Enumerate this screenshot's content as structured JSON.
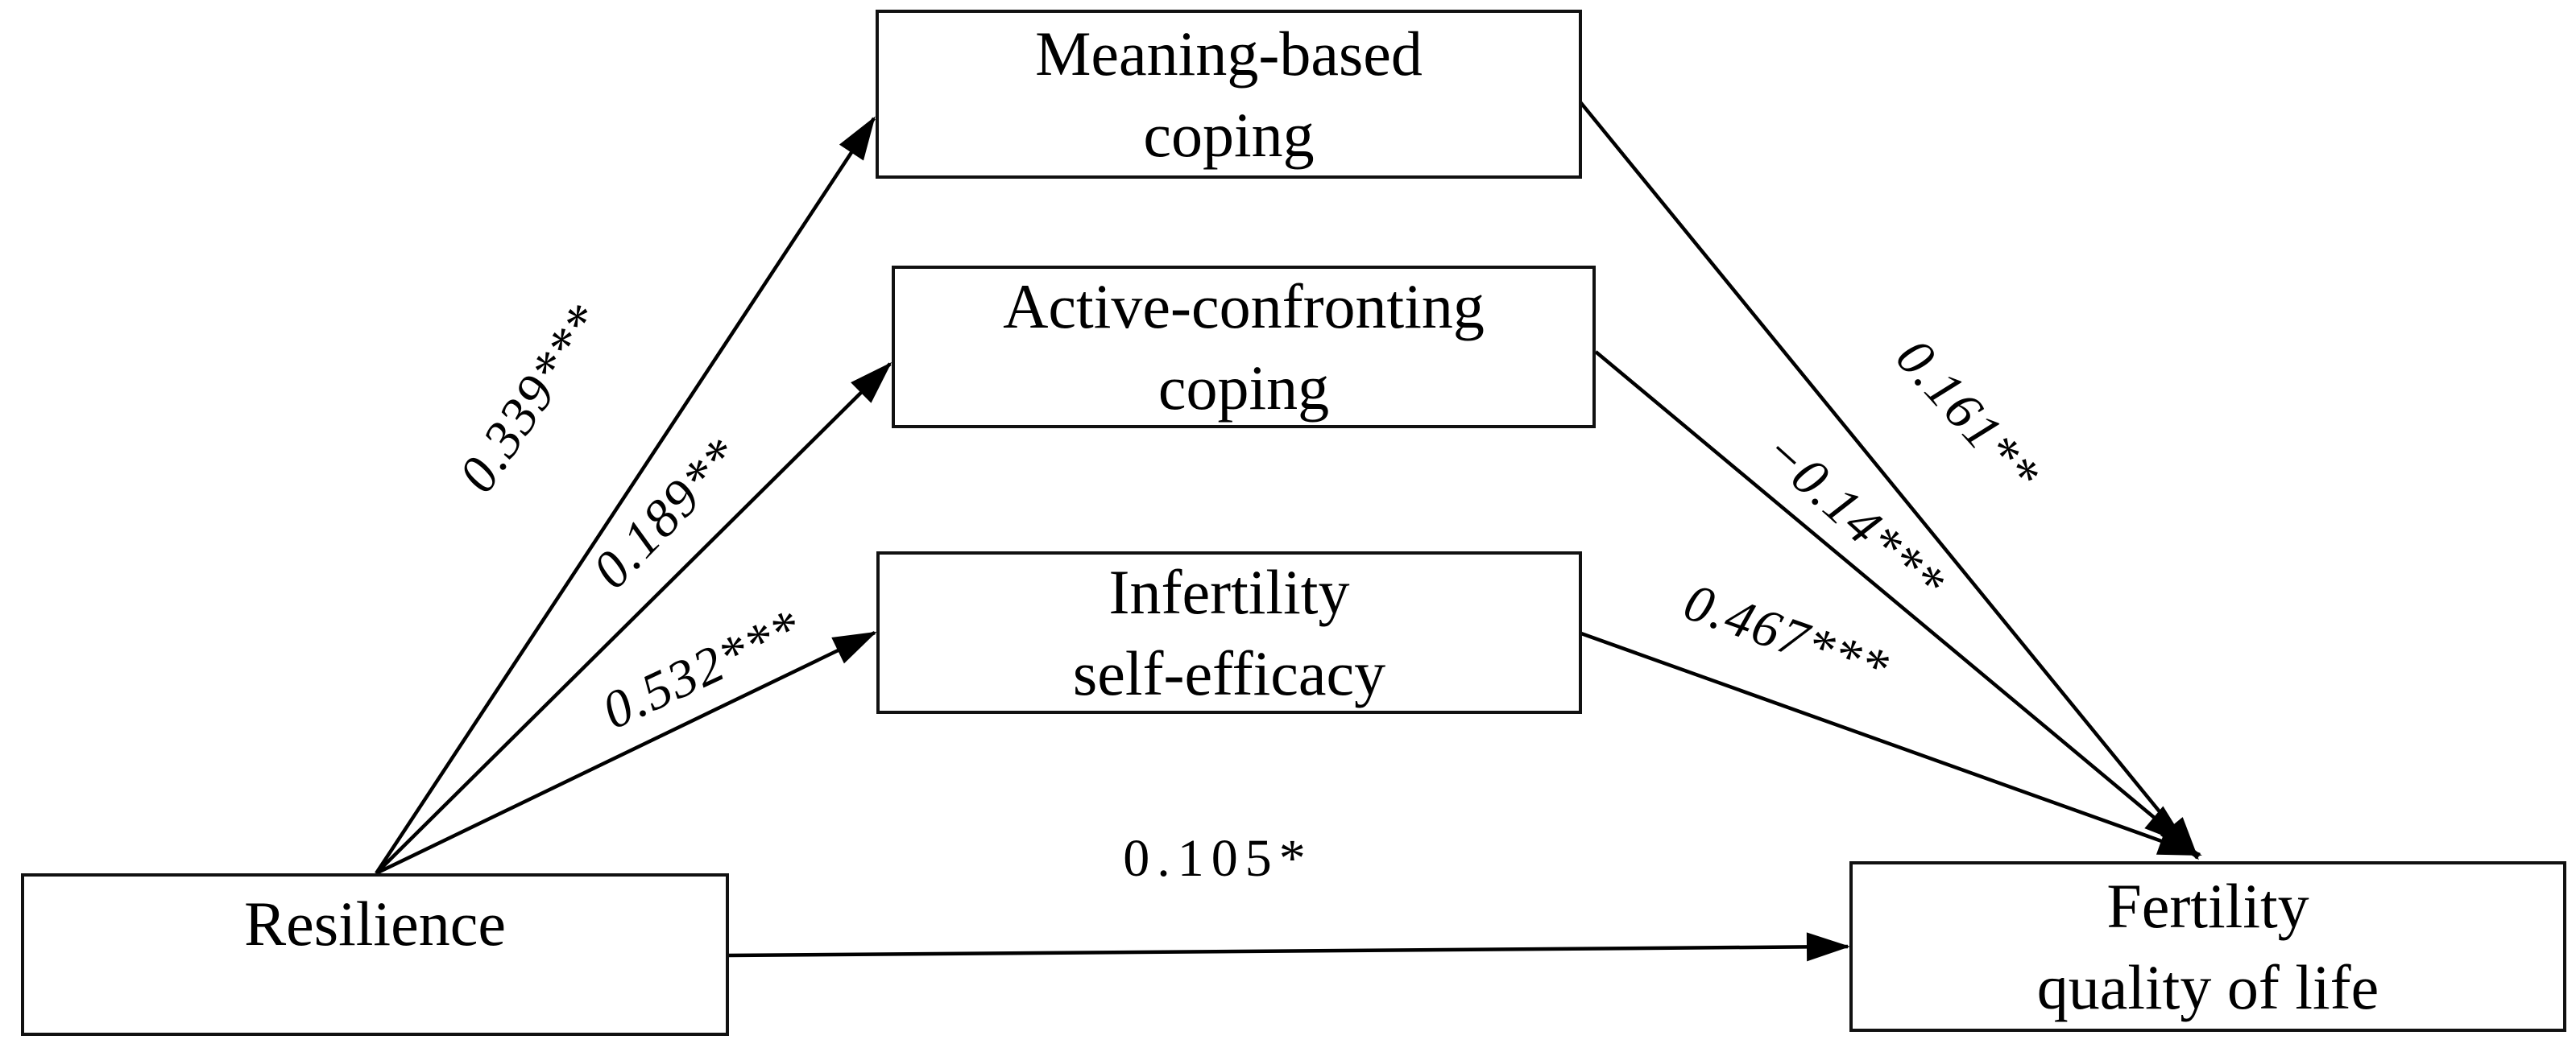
{
  "diagram_type": "mediation-path-model",
  "nodes": {
    "meaning": {
      "line1": "Meaning-based",
      "line2": "coping"
    },
    "active": {
      "line1": "Active-confronting",
      "line2": "coping"
    },
    "efficacy": {
      "line1": "Infertility",
      "line2": "self-efficacy"
    },
    "resilience": {
      "line1": "Resilience"
    },
    "fertility": {
      "line1": "Fertility",
      "line2": "quality of life"
    }
  },
  "paths": [
    {
      "from": "Resilience",
      "to": "Meaning-based coping",
      "coefficient": "0.339***"
    },
    {
      "from": "Resilience",
      "to": "Active-confronting coping",
      "coefficient": "0.189**"
    },
    {
      "from": "Resilience",
      "to": "Infertility self-efficacy",
      "coefficient": "0.532***"
    },
    {
      "from": "Resilience",
      "to": "Fertility quality of life",
      "coefficient": "0.105*"
    },
    {
      "from": "Meaning-based coping",
      "to": "Fertility quality of life",
      "coefficient": "0.161**"
    },
    {
      "from": "Active-confronting coping",
      "to": "Fertility quality of life",
      "coefficient": "−0.14***"
    },
    {
      "from": "Infertility self-efficacy",
      "to": "Fertility quality of life",
      "coefficient": "0.467***"
    }
  ],
  "colors": {
    "background": "#ffffff",
    "line": "#000000",
    "box_border": "#111111",
    "text": "#000000"
  }
}
